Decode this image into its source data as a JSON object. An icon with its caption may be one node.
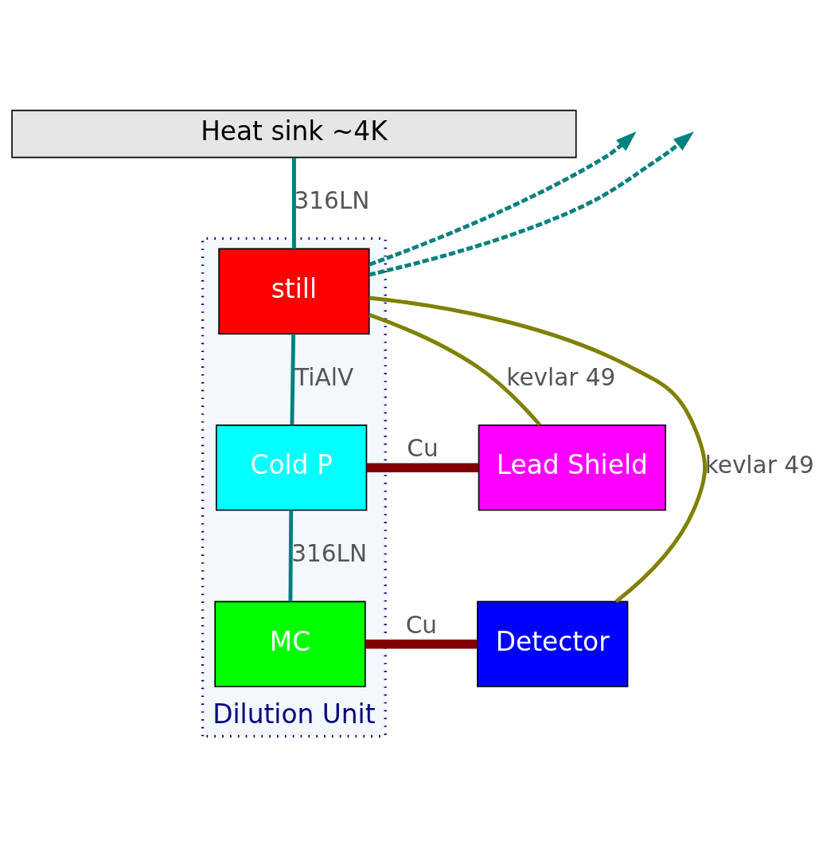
{
  "diagram": {
    "nodes": [
      {
        "text": [
          "Heat sink ~4K"
        ]
      },
      {
        "text": [
          "Dilution Unit"
        ]
      },
      {
        "text": [
          "still"
        ],
        "in": 1
      },
      {
        "text": [
          "Cold P"
        ],
        "in": 1
      },
      {
        "text": [
          "MC"
        ],
        "in": 1
      },
      {
        "text": [
          "Lead Shield"
        ]
      },
      {
        "text": [
          "Detector"
        ]
      }
    ],
    "edges": [
      {
        "from": 0,
        "to": 2,
        "arrow": "none",
        "label": "316LN"
      },
      {
        "from": 2,
        "to": 3,
        "arrow": "none",
        "label": "TiAlV"
      },
      {
        "from": 3,
        "to": 4,
        "arrow": "none",
        "label": "316LN"
      },
      {
        "from": 5,
        "to": 3,
        "arrow": "none",
        "label": "Cu",
        "style": "thick",
        "color": "#800000"
      },
      {
        "from": 4,
        "to": 6,
        "arrow": "none",
        "label": "Cu",
        "style": "thick",
        "color": "#800000"
      },
      {
        "from": 5,
        "to": 2,
        "arrow": "none",
        "label": "kevlar 49",
        "color": "#808000"
      },
      {
        "from": 6,
        "to": 2,
        "arrow": "none",
        "label": "kevlar 49",
        "color": "#808000"
      },
      {
        "from": 2,
        "to": null,
        "arrow": "to",
        "style": "dashed"
      },
      {
        "from": 2,
        "to": null,
        "arrow": "to",
        "style": "dashed"
      }
    ]
  }
}
